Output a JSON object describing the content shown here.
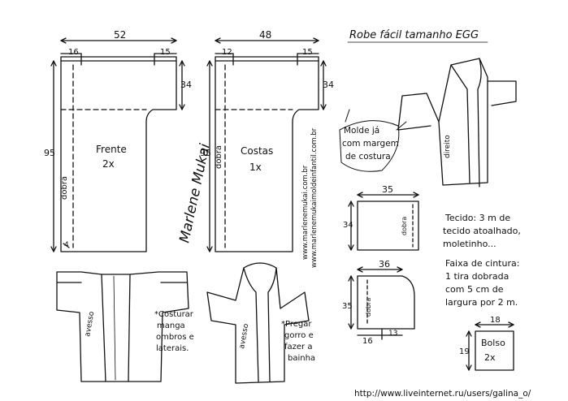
{
  "title": "Robe fácil tamanho EGG",
  "front": {
    "width": "52",
    "shoulder": "16",
    "sleeve": "15",
    "sleeve_depth": "34",
    "length": "95",
    "name": "Frente",
    "count": "2x",
    "fold": "dobra",
    "hem": "4"
  },
  "back": {
    "width": "48",
    "shoulder": "12",
    "sleeve": "15",
    "sleeve_depth": "34",
    "length": "95",
    "name": "Costas",
    "count": "1x",
    "fold": "dobra"
  },
  "signature": "Marlene Mukai",
  "watermarks": [
    "www.marlenemukai.com.br",
    "www.marlenemukaimoldeinfantil.com.br"
  ],
  "notes": {
    "seam_allowance": [
      "Molde já",
      "com margem",
      "de costura"
    ],
    "fabric": [
      "Tecido: 3 m de",
      "tecido atoalhado,",
      "moletinho..."
    ],
    "belt": [
      "Faixa de cintura:",
      "1 tira dobrada",
      "com 5 cm de",
      "largura por 2 m."
    ],
    "sew": [
      "*Costurar",
      "manga",
      "ombros e",
      "laterais."
    ],
    "collar": [
      "*Pregar",
      "gorro e",
      "fazer a",
      "bainha"
    ]
  },
  "labels": {
    "reverse": "avesso",
    "right": "direito",
    "fold": "dobra"
  },
  "collar_piece": {
    "width": "35",
    "height": "34"
  },
  "hood_piece": {
    "width": "36",
    "height": "35",
    "bottom_left": "16",
    "bottom_right": "13"
  },
  "pocket": {
    "width": "18",
    "height": "19",
    "name": "Bolso",
    "count": "2x"
  },
  "footer_url": "http://www.liveinternet.ru/users/galina_o/"
}
